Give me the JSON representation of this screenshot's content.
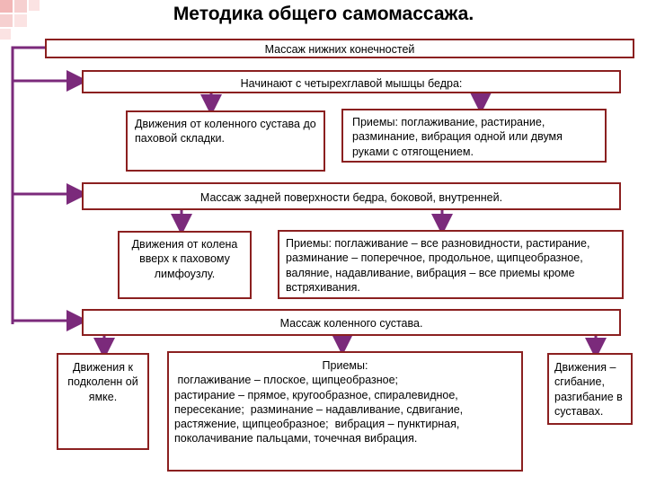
{
  "title": "Методика общего самомассажа.",
  "nodes": {
    "lower_limbs": "Массаж нижних конечностей",
    "start_thigh": "Начинают с четырехглавой мышцы бедра:",
    "thigh_movements": "Движения от коленного сустава до паховой складки.",
    "thigh_techniques": "Приемы: поглаживание, растирание, разминание, вибрация одной или двумя руками с отягощением.",
    "back_thigh": "Массаж задней поверхности бедра, боковой, внутренней.",
    "back_movements": "Движения от колена вверх к паховому лимфоузлу.",
    "back_techniques": "Приемы: поглаживание – все разновидности, растирание, разминание – поперечное, продольное, щипцеобразное, валяние, надавливание, вибрация – все приемы кроме встряхивания.",
    "knee": "Массаж коленного сустава.",
    "knee_movements": "Движения к подколенн ой ямке.",
    "knee_techniques_title": "Приемы:",
    "knee_techniques_lines": [
      " поглаживание – плоское, щипцеобразное;",
      "растирание – прямое, кругообразное, спиралевидное,",
      "пересекание;  разминание – надавливание, сдвигание,",
      "растяжение, щипцеобразное;  вибрация – пунктирная,",
      "поколачивание пальцами, точечная вибрация."
    ],
    "knee_joint_motion": "Движения – сгибание, разгибание в суставах."
  },
  "colors": {
    "box_border": "#8b2020",
    "connector": "#7b2a7b",
    "corner_decoration": "#f2b7b7"
  }
}
